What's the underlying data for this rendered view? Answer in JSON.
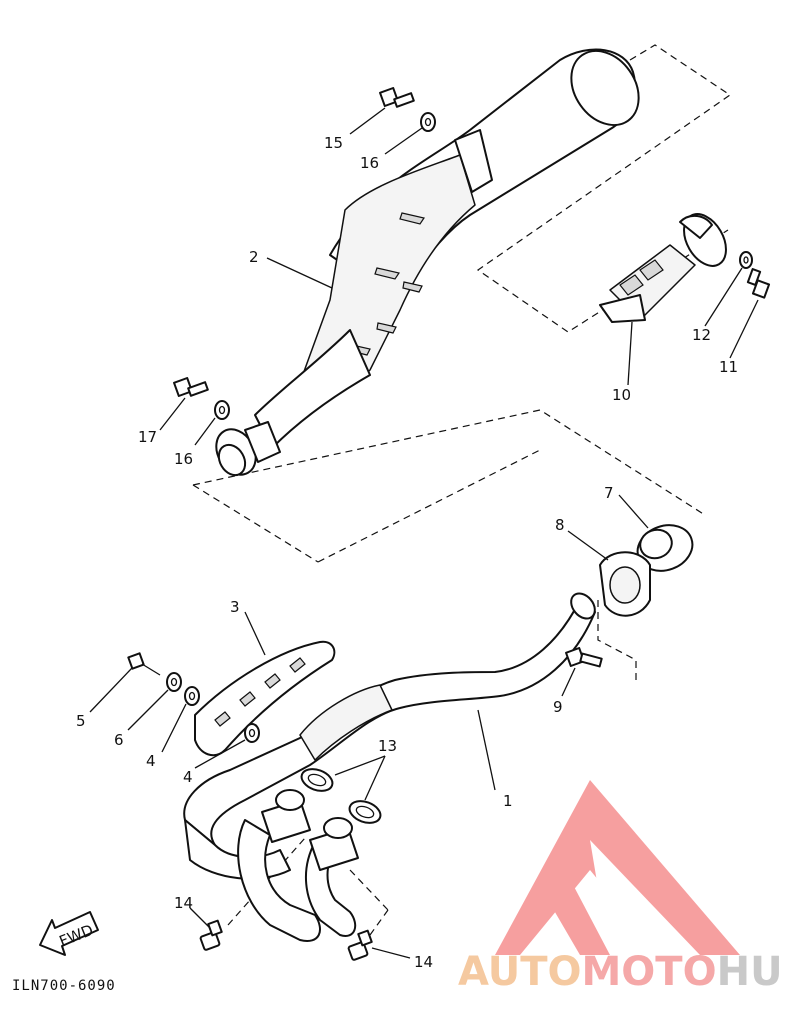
{
  "diagram": {
    "callouts": [
      {
        "id": "c1",
        "text": "1"
      },
      {
        "id": "c2",
        "text": "2"
      },
      {
        "id": "c3",
        "text": "3"
      },
      {
        "id": "c4a",
        "text": "4"
      },
      {
        "id": "c4b",
        "text": "4"
      },
      {
        "id": "c5",
        "text": "5"
      },
      {
        "id": "c6",
        "text": "6"
      },
      {
        "id": "c7",
        "text": "7"
      },
      {
        "id": "c8",
        "text": "8"
      },
      {
        "id": "c9",
        "text": "9"
      },
      {
        "id": "c10",
        "text": "10"
      },
      {
        "id": "c11",
        "text": "11"
      },
      {
        "id": "c12",
        "text": "12"
      },
      {
        "id": "c13",
        "text": "13"
      },
      {
        "id": "c14a",
        "text": "14"
      },
      {
        "id": "c14b",
        "text": "14"
      },
      {
        "id": "c15",
        "text": "15"
      },
      {
        "id": "c16a",
        "text": "16"
      },
      {
        "id": "c16b",
        "text": "16"
      },
      {
        "id": "c17",
        "text": "17"
      }
    ],
    "fwd_label": "FWD",
    "drawing_code": "ILN700-6090"
  },
  "watermark": {
    "part1": "AUTO",
    "part2": "MOTO",
    "part3": "HUB",
    "color_auto": "#f5c9a0",
    "color_moto": "#f5a8a8",
    "color_hub": "#c9c9c9",
    "logo_color": "#f47f7f"
  }
}
